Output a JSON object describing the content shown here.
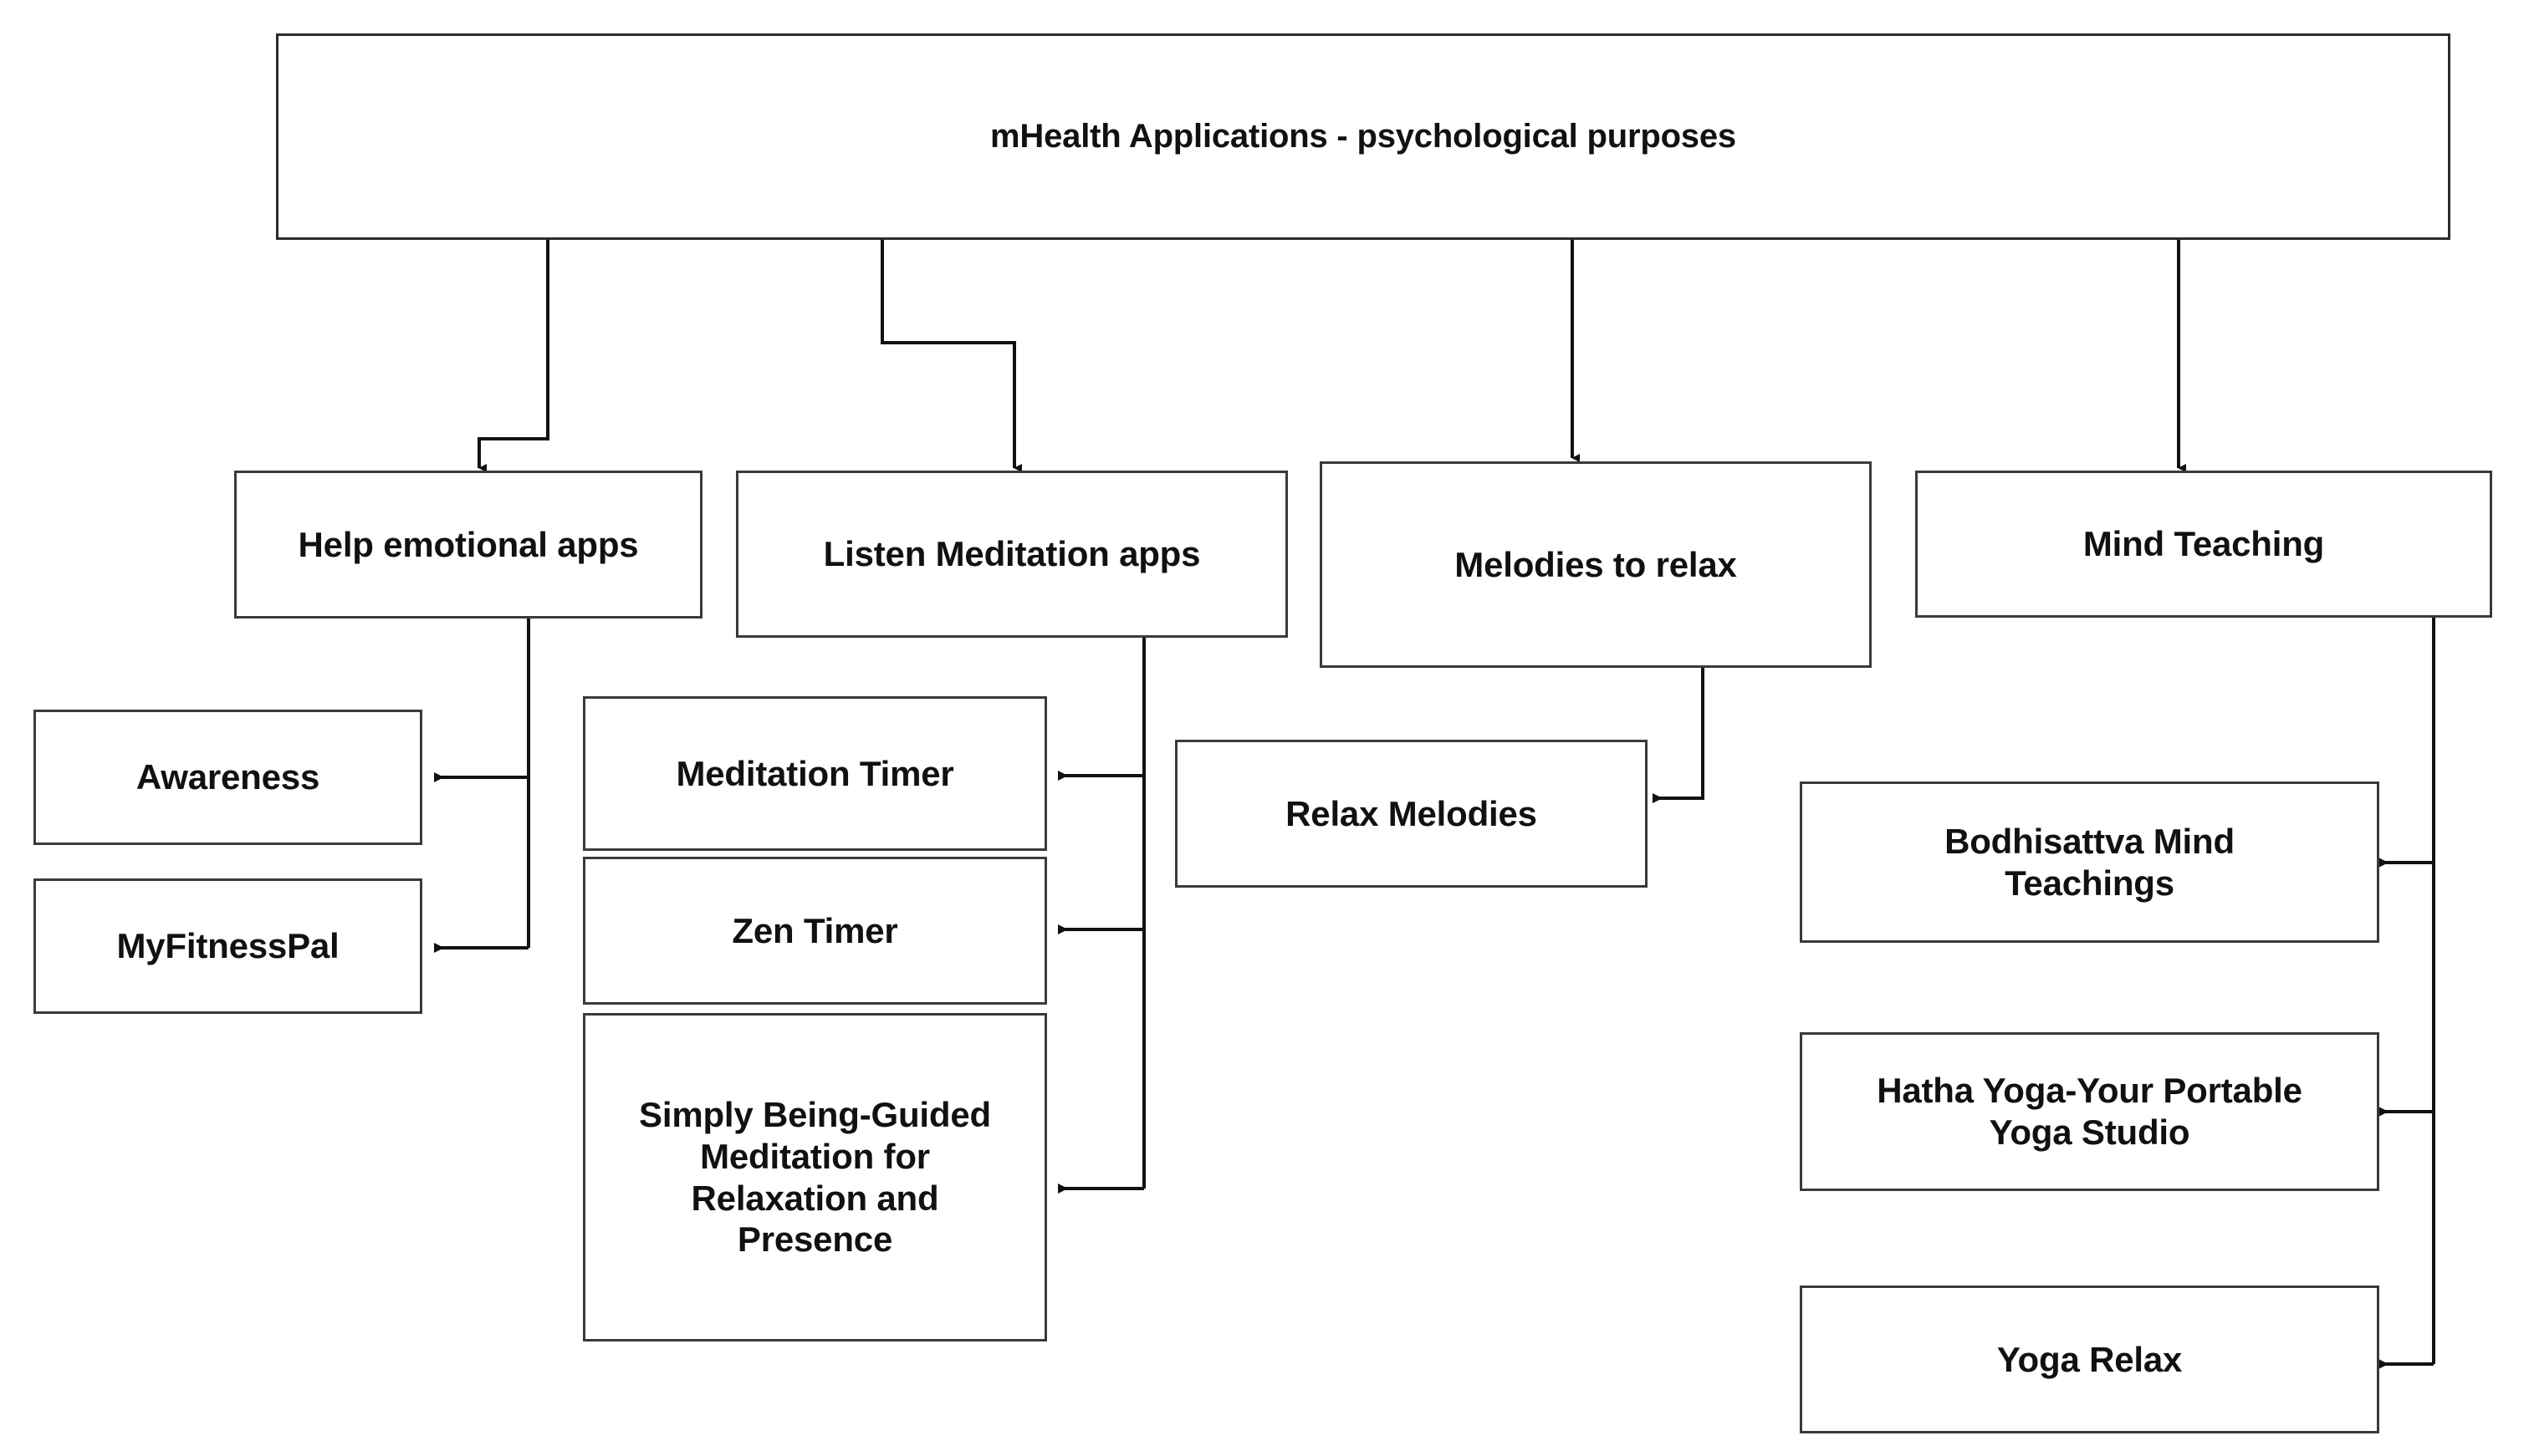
{
  "diagram": {
    "type": "hierarchy-flowchart",
    "title": "mHealth Applications - psychological purposes",
    "root": {
      "id": "root",
      "label": "mHealth Applications - psychological purposes"
    },
    "categories": [
      {
        "id": "help-emotional-apps",
        "label": "Help emotional apps",
        "children": [
          {
            "id": "awareness",
            "label": "Awareness"
          },
          {
            "id": "myfitnesspal",
            "label": "MyFitnessPal"
          }
        ]
      },
      {
        "id": "listen-meditation-apps",
        "label": "Listen Meditation apps",
        "children": [
          {
            "id": "meditation-timer",
            "label": "Meditation Timer"
          },
          {
            "id": "zen-timer",
            "label": "Zen Timer"
          },
          {
            "id": "simply-being",
            "label": "Simply Being-Guided\nMeditation for\nRelaxation and\nPresence"
          }
        ]
      },
      {
        "id": "melodies-to-relax",
        "label": "Melodies to relax",
        "children": [
          {
            "id": "relax-melodies",
            "label": "Relax Melodies"
          }
        ]
      },
      {
        "id": "mind-teaching",
        "label": "Mind Teaching",
        "children": [
          {
            "id": "bodhisattva-mind-teachings",
            "label": "Bodhisattva Mind\nTeachings"
          },
          {
            "id": "hatha-yoga",
            "label": "Hatha Yoga-Your Portable\nYoga Studio"
          },
          {
            "id": "yoga-relax",
            "label": "Yoga Relax"
          }
        ]
      }
    ],
    "colors": {
      "background": "#ffffff",
      "box_border": "#3a3a3a",
      "box_fill": "#ffffff",
      "text": "#111111",
      "connector": "#1a1a1a"
    }
  }
}
